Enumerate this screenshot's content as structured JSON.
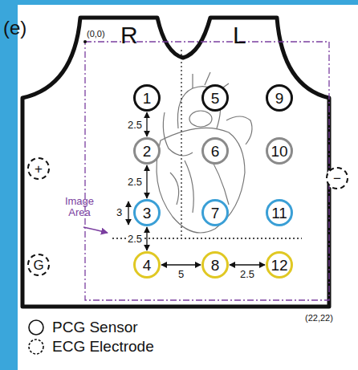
{
  "diagram": {
    "nodes": [
      {
        "text": [
          "1"
        ]
      },
      {
        "text": [
          "5"
        ]
      },
      {
        "text": [
          "9"
        ]
      },
      {
        "text": [
          "2"
        ]
      },
      {
        "text": [
          "6"
        ]
      },
      {
        "text": [
          "10"
        ]
      },
      {
        "text": [
          "+"
        ]
      },
      {
        "text": [
          "−"
        ]
      },
      {
        "text": [
          "3"
        ]
      },
      {
        "text": [
          "7"
        ]
      },
      {
        "text": [
          "11"
        ]
      },
      {
        "text": [
          "G"
        ]
      },
      {
        "text": [
          "4"
        ]
      },
      {
        "text": [
          "8"
        ]
      },
      {
        "text": [
          "12"
        ]
      }
    ],
    "edges": [
      {
        "from": 0,
        "to": 3,
        "arrow": "both",
        "label": "2.5"
      },
      {
        "from": 3,
        "to": 8,
        "arrow": "both",
        "label": "2.5"
      },
      {
        "from": 8,
        "to": 12,
        "arrow": "both",
        "label": "2.5"
      },
      {
        "from": 12,
        "to": 13,
        "arrow": "both",
        "label": "5"
      },
      {
        "from": 13,
        "to": 14,
        "arrow": "both",
        "label": "2.5"
      }
    ],
    "labels": [
      "(e)",
      "(0,0)",
      "R",
      "L",
      "3",
      "Image Area",
      "(22,22)"
    ],
    "legend": [
      {
        "text": "PCG Sensor"
      },
      {
        "text": "ECG Electrode"
      }
    ]
  }
}
